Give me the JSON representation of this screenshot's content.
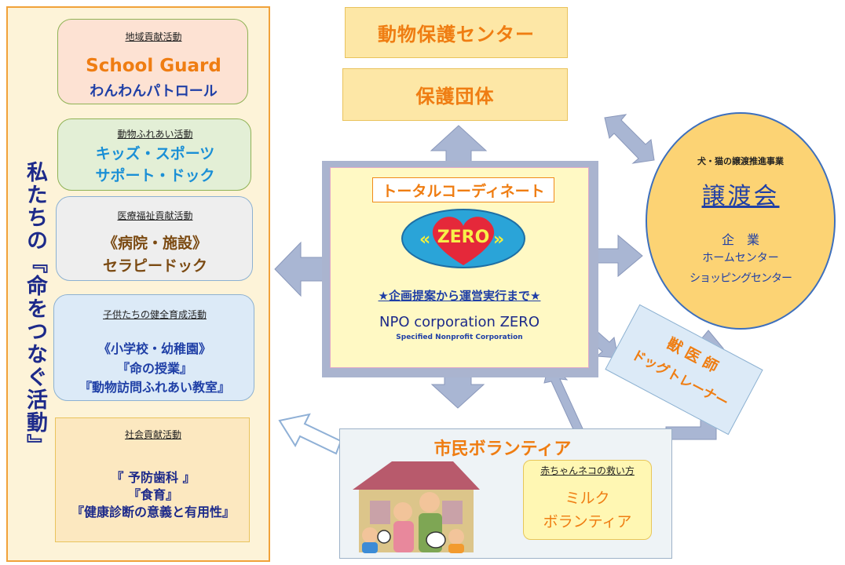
{
  "left": {
    "vertical_title": "私たちの『命をつなぐ活動』",
    "cards": [
      {
        "header": "地域貢献活動",
        "line1": "School Guard",
        "line2": "わんわんパトロール"
      },
      {
        "header": "動物ふれあい活動",
        "line1": "キッズ・スポーツ",
        "line2": "サポート・ドック"
      },
      {
        "header": "医療福祉貢献活動",
        "line1": "《病院・施設》",
        "line2": "セラピードック"
      },
      {
        "header": "子供たちの健全育成活動",
        "line1": "《小学校・幼稚園》",
        "line2": "『命の授業』",
        "line3": "『動物訪問ふれあい教室』"
      },
      {
        "header": "社会貢献活動",
        "line1": "『 予防歯科 』",
        "line2": "『食育』",
        "line3": "『健康診断の意義と有用性』"
      }
    ]
  },
  "top": {
    "center_box": "動物保護センター",
    "group_box": "保護団体"
  },
  "center": {
    "coordinate": "トータルコーディネート",
    "logo_text": "ZERO",
    "tagline": "★企画提案から運営実行まで★",
    "org_name": "NPO corporation ZERO",
    "org_sub": "Specified Nonprofit Corporation"
  },
  "right": {
    "header": "犬・猫の譲渡推進事業",
    "title": "譲渡会",
    "items": [
      "企　業",
      "ホームセンター",
      "ショッピングセンター"
    ]
  },
  "vet": {
    "line1": "獣 医 師",
    "line2": "ドッグトレーナー"
  },
  "volunteer": {
    "title": "市民ボランティア",
    "milk_header": "赤ちゃんネコの救い方",
    "milk_line1": "ミルク",
    "milk_line2": "ボランティア"
  },
  "colors": {
    "accent_orange": "#ef7d12",
    "navy": "#1d2a8a",
    "blue": "#1a8fd6",
    "brown": "#7b4a12",
    "arrow": "#a9b6d3"
  }
}
